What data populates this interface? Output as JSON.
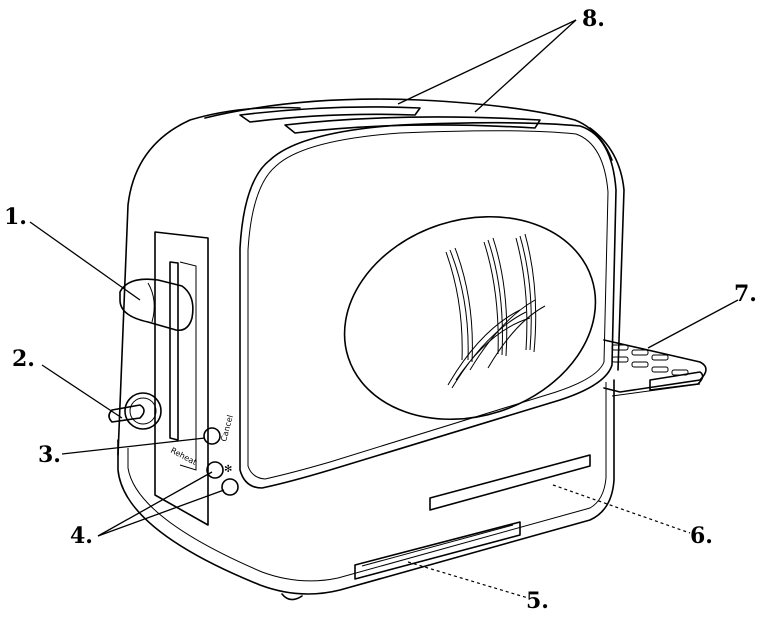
{
  "callouts": [
    {
      "id": "1",
      "text": "1."
    },
    {
      "id": "2",
      "text": "2."
    },
    {
      "id": "3",
      "text": "3."
    },
    {
      "id": "4",
      "text": "4."
    },
    {
      "id": "5",
      "text": "5."
    },
    {
      "id": "6",
      "text": "6."
    },
    {
      "id": "7",
      "text": "7."
    },
    {
      "id": "8",
      "text": "8."
    }
  ],
  "panel_labels": {
    "cancel": "Cancel",
    "reheat": "Reheat",
    "defrost": "Defrost"
  },
  "colors": {
    "line": "#000000",
    "background": "#ffffff"
  }
}
